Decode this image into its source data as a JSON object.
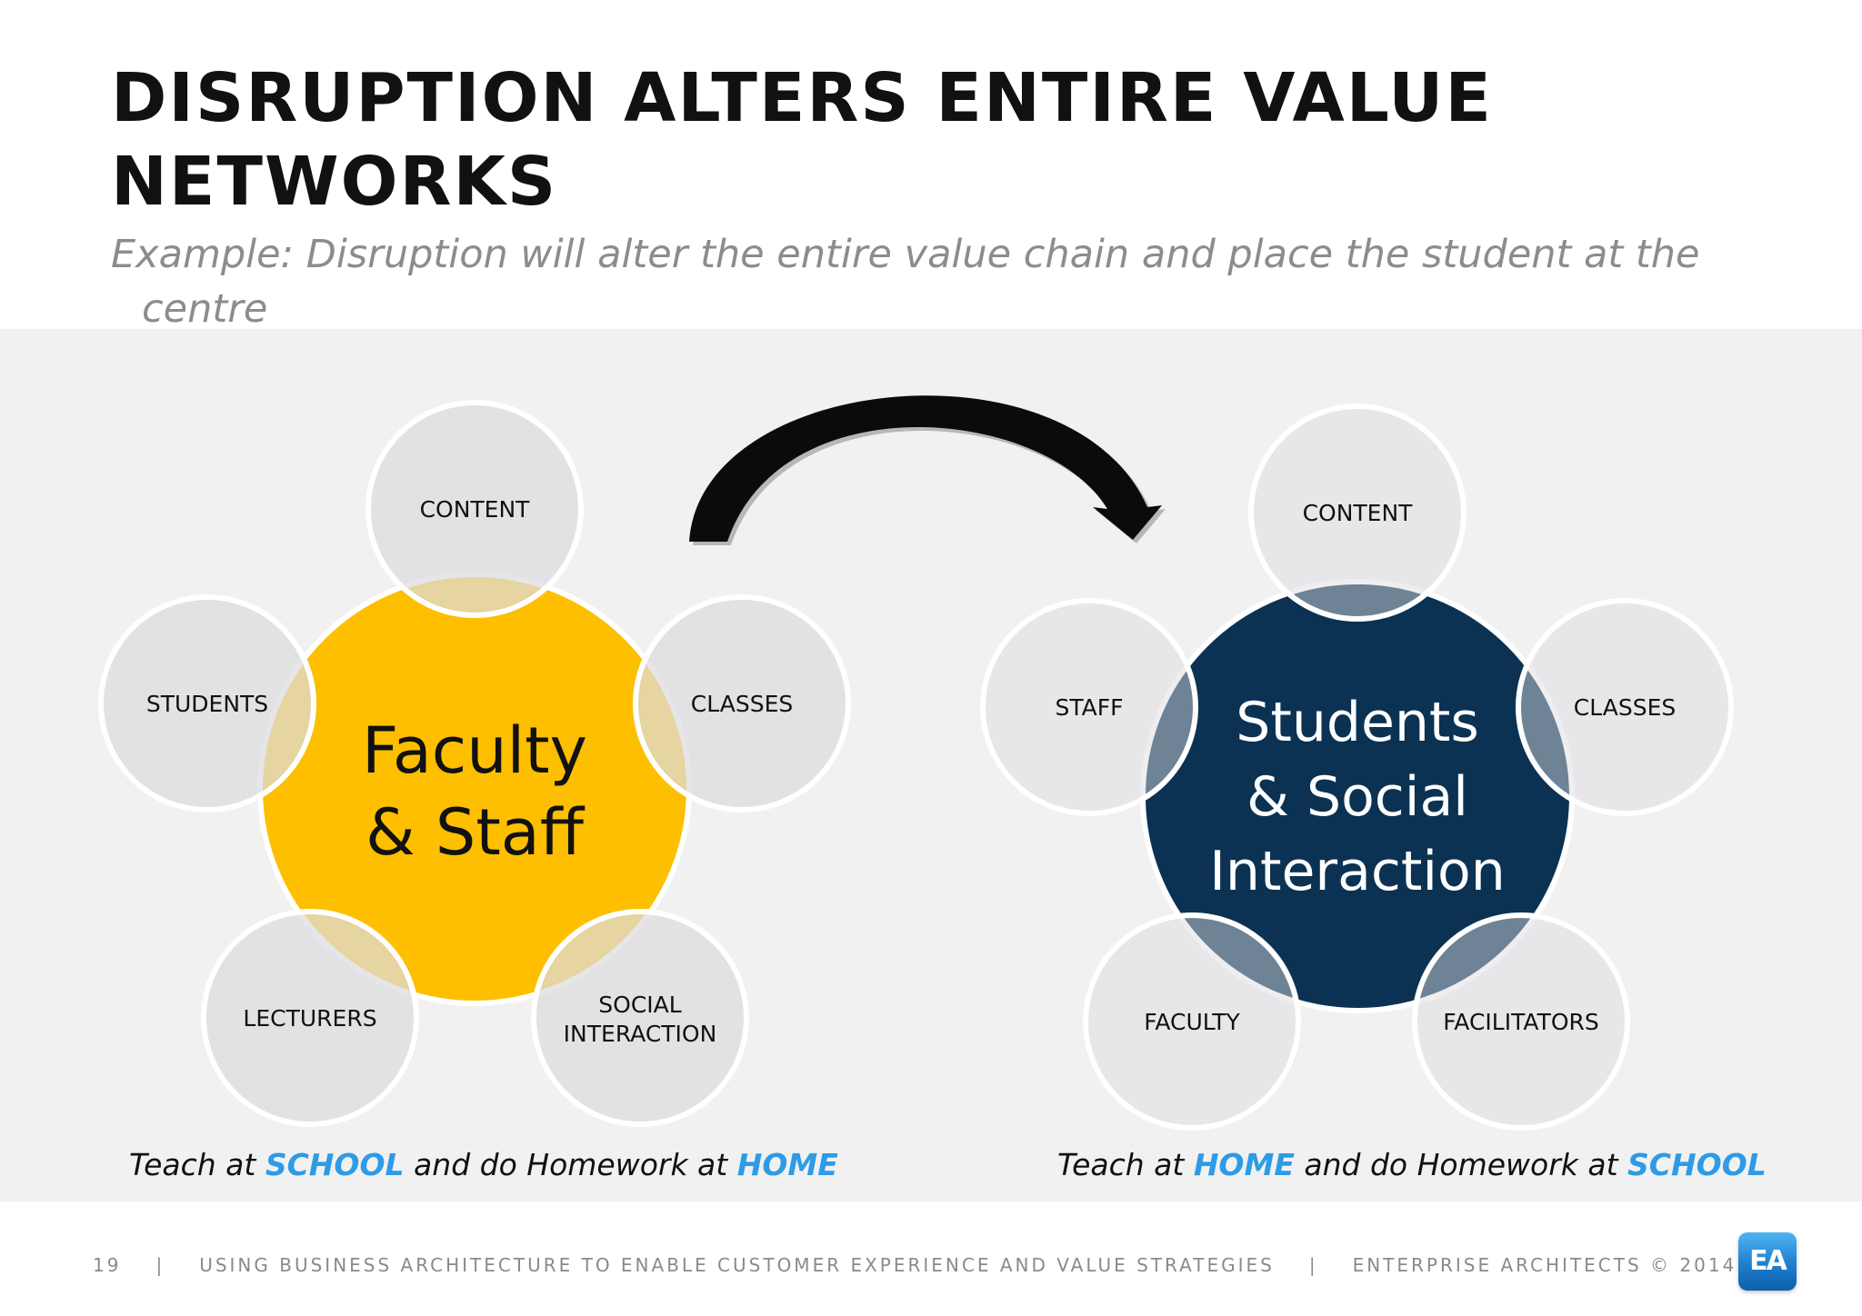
{
  "slide": {
    "title": "DISRUPTION ALTERS ENTIRE VALUE NETWORKS",
    "subtitle": "Example: Disruption will alter the entire value chain and place the student at the centre"
  },
  "diagram_left": {
    "center_lines": [
      "Faculty",
      "& Staff"
    ],
    "center_color": "#fdbf00",
    "nodes": {
      "content": "CONTENT",
      "students": "STUDENTS",
      "classes": "CLASSES",
      "lecturers": "LECTURERS",
      "social_interaction": [
        "SOCIAL",
        "INTERACTION"
      ]
    },
    "caption": {
      "part1": "Teach at ",
      "highlight1": "SCHOOL",
      "part2": " and do Homework at ",
      "highlight2": "HOME"
    }
  },
  "diagram_right": {
    "center_lines": [
      "Students",
      "& Social",
      "Interaction"
    ],
    "center_color": "#0b3253",
    "nodes": {
      "content": "CONTENT",
      "staff": "STAFF",
      "classes": "CLASSES",
      "faculty": "FACULTY",
      "facilitators": "FACILITATORS"
    },
    "caption": {
      "part1": "Teach at ",
      "highlight1": "HOME",
      "part2": " and do Homework at ",
      "highlight2": "SCHOOL"
    }
  },
  "colors": {
    "highlight_text": "#2e9be6",
    "node_fill": "#dcdcdf",
    "panel_background": "#f1f1f1"
  },
  "footer": {
    "page_number": "19",
    "separator": "|",
    "presentation_title": "USING BUSINESS ARCHITECTURE TO ENABLE CUSTOMER EXPERIENCE AND VALUE STRATEGIES",
    "company_copyright": "ENTERPRISE ARCHITECTS © 2014",
    "logo_text": "EA"
  }
}
